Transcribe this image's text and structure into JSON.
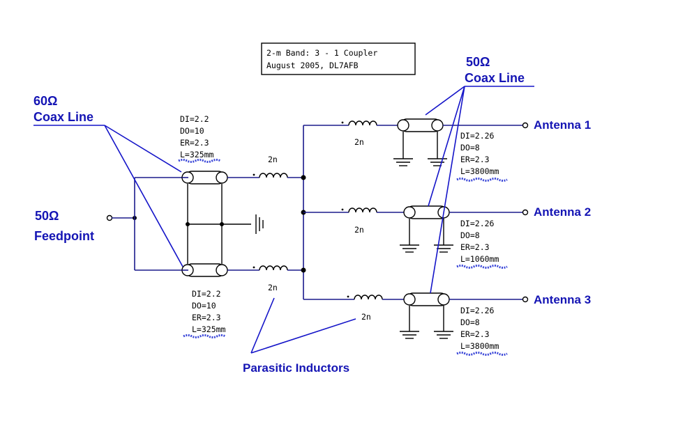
{
  "title_box": {
    "line1": "2-m Band: 3 - 1 Coupler",
    "line2": "August 2005, DL7AFB"
  },
  "labels": {
    "coax60_ohm": "60Ω",
    "coax60_text": "Coax Line",
    "coax50_ohm": "50Ω",
    "coax50_text": "Coax Line",
    "feed_ohm": "50Ω",
    "feed_text": "Feedpoint",
    "parasitic": "Parasitic Inductors"
  },
  "antennas": [
    "Antenna 1",
    "Antenna 2",
    "Antenna 3"
  ],
  "inductor_label": "2n",
  "specs": {
    "input_top": [
      "DI=2.2",
      "DO=10",
      "ER=2.3",
      "L=325mm"
    ],
    "input_bottom": [
      "DI=2.2",
      "DO=10",
      "ER=2.3",
      "L=325mm"
    ],
    "ant1": [
      "DI=2.26",
      "DO=8",
      "ER=2.3",
      "L=3800mm"
    ],
    "ant2": [
      "DI=2.26",
      "DO=8",
      "ER=2.3",
      "L=1060mm"
    ],
    "ant3": [
      "DI=2.26",
      "DO=8",
      "ER=2.3",
      "L=3800mm"
    ]
  }
}
